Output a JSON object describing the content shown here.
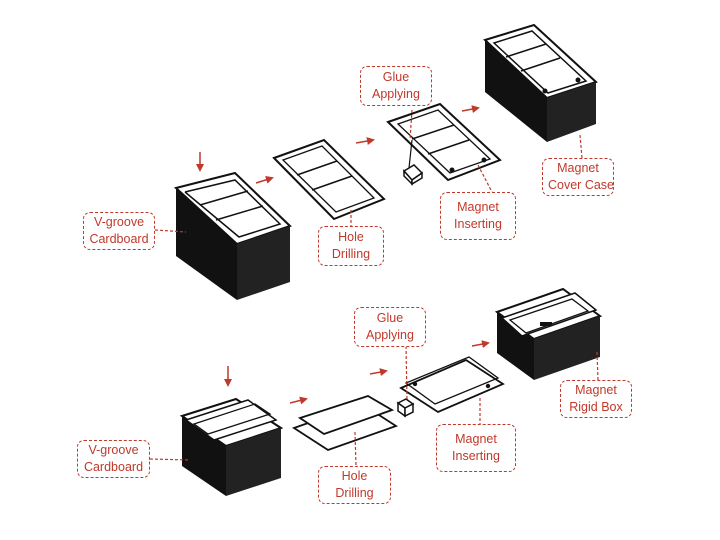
{
  "top_process": {
    "cardboard_label": [
      "V-groove",
      "Cardboard"
    ],
    "drilling_label": [
      "Hole",
      "Drilling"
    ],
    "glue_label": [
      "Glue",
      "Applying"
    ],
    "inserting_label": [
      "Magnet",
      "Inserting"
    ],
    "result_label": [
      "Magnet",
      "Cover Case"
    ]
  },
  "bottom_process": {
    "cardboard_label": [
      "V-groove",
      "Cardboard"
    ],
    "drilling_label": [
      "Hole",
      "Drilling"
    ],
    "glue_label": [
      "Glue",
      "Applying"
    ],
    "inserting_label": [
      "Magnet",
      "Inserting"
    ],
    "result_label": [
      "Magnet",
      "Rigid Box"
    ]
  },
  "colors": {
    "accent": "#c0392b",
    "ink": "#111111",
    "paper": "#ffffff"
  }
}
